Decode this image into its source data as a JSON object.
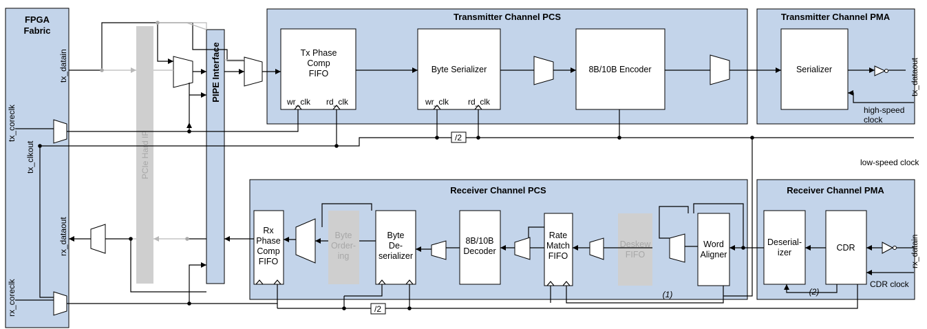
{
  "fabric": {
    "title_line1": "FPGA",
    "title_line2": "Fabric"
  },
  "signals": {
    "tx_datain": "tx_datain",
    "tx_coreclk": "tx_coreclk",
    "tx_clkout": "tx_clkout",
    "rx_dataout": "rx_dataout",
    "rx_coreclk": "rx_coreclk",
    "tx_dataout": "tx_dataout",
    "rx_datain": "rx_datain",
    "high_speed_clock_line1": "high-speed",
    "high_speed_clock_line2": "clock",
    "low_speed_clock": "low-speed clock",
    "cdr_clock": "CDR clock"
  },
  "pcie": "PCIe Hard IP",
  "pipe": "PIPE Interface",
  "sections": {
    "tx_pcs": "Transmitter Channel PCS",
    "tx_pma": "Transmitter Channel PMA",
    "rx_pcs": "Receiver Channel PCS",
    "rx_pma": "Receiver Channel PMA"
  },
  "tx_blocks": {
    "tx_phase_fifo": [
      "Tx Phase",
      "Comp",
      "FIFO"
    ],
    "byte_serializer": "Byte Serializer",
    "encoder": "8B/10B Encoder",
    "serializer": "Serializer"
  },
  "rx_blocks": {
    "rx_phase_fifo": [
      "Rx",
      "Phase",
      "Comp",
      "FIFO"
    ],
    "byte_ordering": [
      "Byte",
      "Order-",
      "ing"
    ],
    "byte_deserializer": [
      "Byte",
      "De-",
      "serializer"
    ],
    "decoder": [
      "8B/10B",
      "Decoder"
    ],
    "rate_match": [
      "Rate",
      "Match",
      "FIFO"
    ],
    "deskew": [
      "Deskew",
      "FIFO"
    ],
    "word_aligner": [
      "Word",
      "Aligner"
    ],
    "deserializer": [
      "Deserial-",
      "izer"
    ],
    "cdr": "CDR"
  },
  "clock_ports": {
    "wr_clk": "wr_clk",
    "rd_clk": "rd_clk"
  },
  "divide_by_2": "/2",
  "notes": {
    "note1": "(1)",
    "note2": "(2)"
  }
}
